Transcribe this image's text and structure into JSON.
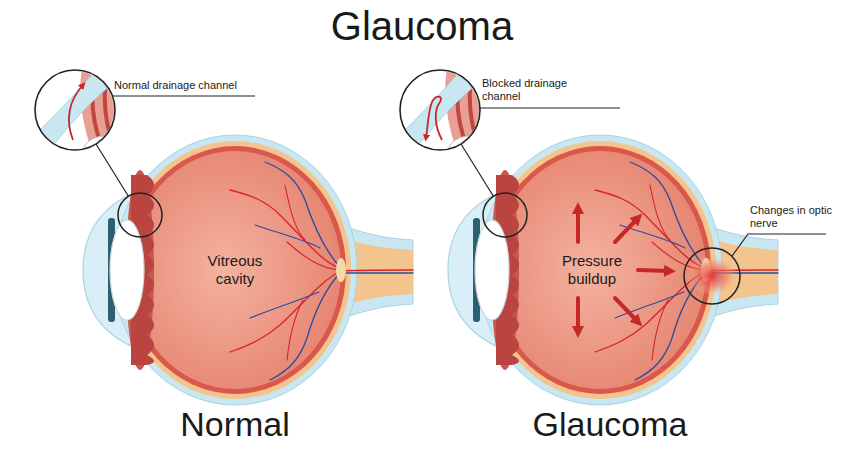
{
  "diagram": {
    "title": "Glaucoma",
    "labels": [
      "Normal drainage channel",
      "Blocked drainage channel",
      "Vitreous cavity",
      "Pressure buildup",
      "Changes in optic nerve",
      "Normal",
      "Glaucoma"
    ]
  }
}
